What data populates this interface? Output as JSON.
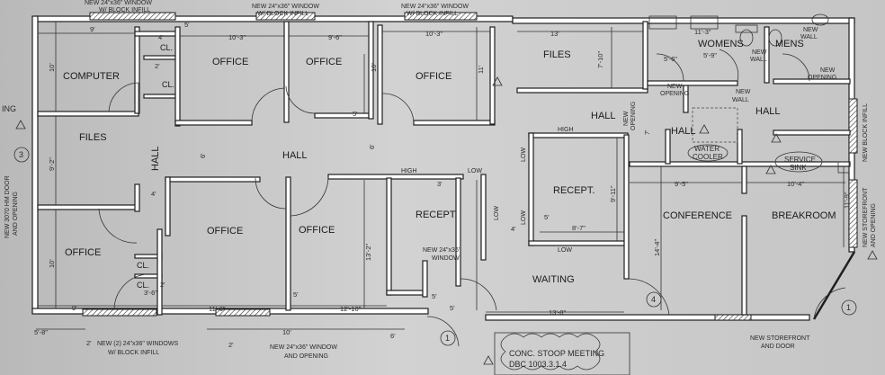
{
  "rooms": {
    "computer": "COMPUTER",
    "files_left": "FILES",
    "office_top_1": "OFFICE",
    "office_top_2": "OFFICE",
    "office_top_3": "OFFICE",
    "files_top": "FILES",
    "hall_center": "HALL",
    "hall_left": "HALL",
    "hall_right_1": "HALL",
    "hall_right_2": "HALL",
    "hall_right_3": "HALL",
    "office_bottom_left": "OFFICE",
    "office_bottom_1": "OFFICE",
    "office_bottom_2": "OFFICE",
    "recept_1": "RECEPT.",
    "recept_2": "RECEPT.",
    "waiting": "WAITING",
    "conference": "CONFERENCE",
    "breakroom": "BREAKROOM",
    "womens": "WOMENS",
    "mens": "MENS",
    "cl_1": "CL.",
    "cl_2": "CL.",
    "cl_3": "CL.",
    "cl_4": "CL."
  },
  "notes": {
    "window_top_1": "NEW 24\"x36\" WINDOW",
    "window_top_1b": "W/ BLOCK INFILL",
    "window_top_2": "NEW 24\"x36\" WINDOW",
    "window_top_2b": "W/ BLOCK INFILL",
    "window_top_3": "NEW 24\"x36\" WINDOW",
    "window_top_3b": "W/ BLOCK INFILL",
    "window_bottom_1": "NEW (2) 24\"x36\" WINDOWS",
    "window_bottom_1b": "W/ BLOCK INFILL",
    "window_bottom_2": "NEW 24\"x36\" WINDOW",
    "window_bottom_2b": "AND OPENING",
    "window_recept": "NEW 24\"x36\"",
    "window_recept_b": "WINDOW",
    "door_left": "NEW 3070 HM DOOR",
    "door_left_b": "AND OPENING",
    "right_block": "NEW BLOCK INFILL",
    "right_storefront": "NEW STOREFRONT",
    "right_storefront_b": "AND OPENING",
    "storefront_bottom": "NEW STOREFRONT",
    "storefront_bottom_b": "AND DOOR",
    "new_opening_1": "NEW",
    "new_opening_1b": "OPENING",
    "new_opening_2": "NEW",
    "new_opening_2b": "OPENING",
    "new_opening_3": "NEW",
    "new_opening_3b": "OPENING",
    "new_wall_1": "NEW",
    "new_wall_1b": "WALL",
    "new_wall_2": "NEW",
    "new_wall_2b": "WALL",
    "new_wall_3": "NEW",
    "new_wall_3b": "WALL",
    "water_cooler": "WATER",
    "water_cooler_b": "COOLER",
    "service_sink": "SERVICE",
    "service_sink_b": "SINK",
    "stoop": "CONC. STOOP MEETING",
    "stoop_b": "DBC 1003.3.1.4",
    "high_1": "HIGH",
    "high_2": "HIGH",
    "low_1": "LOW",
    "low_2": "LOW",
    "low_3": "LOW",
    "low_4": "LOW",
    "low_5": "LOW",
    "ing": "ING"
  },
  "dims": {
    "d_9a": "9'",
    "d_4a": "4'",
    "d_5a": "5'",
    "d_10_3": "10'-3\"",
    "d_9_6": "9'-6\"",
    "d_10_3b": "10'-3\"",
    "d_13": "13'",
    "d_11_3": "11'-3\"",
    "d_5_9": "5'-9\"",
    "d_5_6": "5'-6\"",
    "d_10a": "10'",
    "d_9_2": "9'-2\"",
    "d_10b": "10'",
    "d_2a": "2'",
    "d_5b": "5'",
    "d_7_10": "7'-10\"",
    "d_11": "11'",
    "d_10c": "10'",
    "d_3": "3'",
    "d_6": "6'",
    "d_9_11": "9'-11\"",
    "d_8_7": "8'-7\"",
    "d_9_5": "9'-5\"",
    "d_10_4": "10'-4\"",
    "d_11_9": "11'-9\"",
    "d_14_4": "14'-4\"",
    "d_7": "7'",
    "d_13_2": "13'-2\"",
    "d_11_6": "11'-6\"",
    "d_12_10": "12'-10\"",
    "d_13_8": "13'-8\"",
    "d_9b": "9'",
    "d_5_8": "5'-8\"",
    "d_2b": "2'",
    "d_2c": "2'",
    "d_10d": "10'",
    "d_6b": "6'",
    "d_2d": "2'",
    "d_4b": "4'",
    "d_5c": "5'",
    "d_5d": "5'",
    "d_5e": "5'",
    "d_5f": "5'",
    "d_4c": "4'",
    "d_6c": "6'",
    "d_3_6": "3'-6\""
  },
  "tags": {
    "door_1": "1",
    "door_1b": "1",
    "door_3": "3",
    "door_4": "4"
  }
}
